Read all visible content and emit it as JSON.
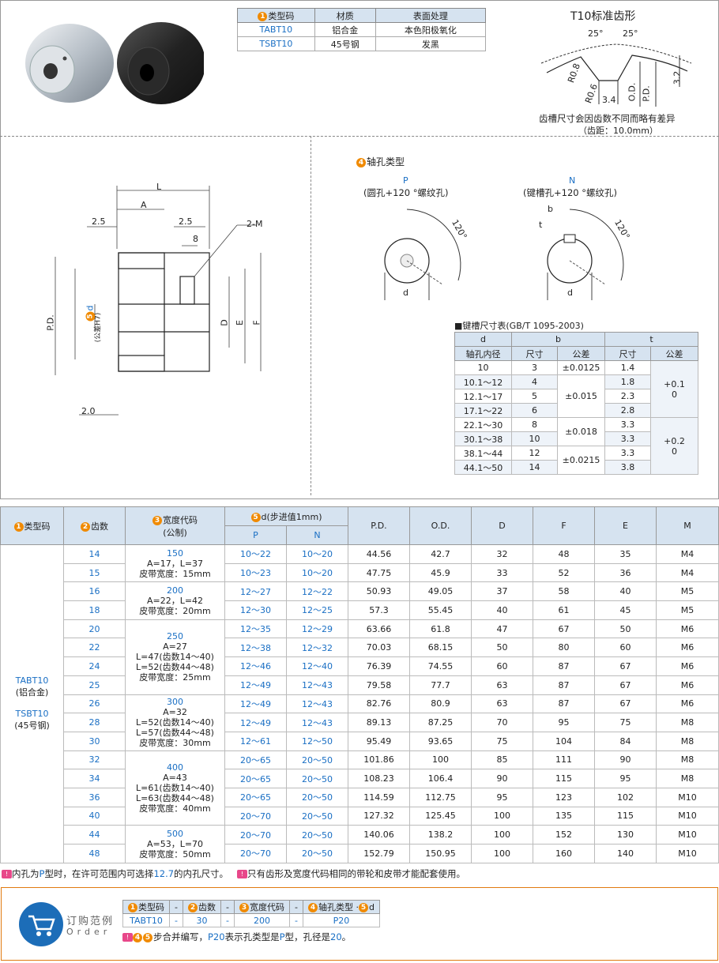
{
  "material_table": {
    "headers": [
      "类型码",
      "材质",
      "表面处理"
    ],
    "rows": [
      [
        "TABT10",
        "铝合金",
        "本色阳极氧化"
      ],
      [
        "TSBT10",
        "45号钢",
        "发黑"
      ]
    ]
  },
  "tooth_profile": {
    "title": "T10标准齿形",
    "angle_left": "25°",
    "angle_right": "25°",
    "r1": "R0.8",
    "r2": "R0.6",
    "width": "3.4",
    "depth": "3.2",
    "od": "O.D.",
    "pd": "P.D.",
    "note1": "齿槽尺寸会因齿数不同而略有差异",
    "note2": "（齿距：10.0mm）"
  },
  "drawing": {
    "L": "L",
    "A": "A",
    "d25a": "2.5",
    "d25b": "2.5",
    "M": "2-M",
    "d8": "8",
    "PD": "P.D.",
    "d": "d",
    "tol": "(公差H7)",
    "D": "D",
    "E": "E",
    "F": "F",
    "d20": "2.0"
  },
  "bore": {
    "title": "轴孔类型",
    "P": "P",
    "P_desc": "(圆孔+120 °螺纹孔)",
    "N": "N",
    "N_desc": "(键槽孔+120 °螺纹孔)",
    "angle": "120°",
    "b": "b",
    "t": "t",
    "d": "d"
  },
  "key_table": {
    "title": "■键槽尺寸表(GB/T 1095-2003)",
    "h_d": "d",
    "h_bore": "轴孔内径",
    "h_b": "b",
    "h_t": "t",
    "h_size": "尺寸",
    "h_tol": "公差",
    "rows": [
      [
        "10",
        "3",
        "±0.0125",
        "1.4"
      ],
      [
        "10.1～12",
        "4",
        "",
        "1.8"
      ],
      [
        "12.1～17",
        "5",
        "±0.015",
        "2.3"
      ],
      [
        "17.1～22",
        "6",
        "",
        "2.8"
      ],
      [
        "22.1～30",
        "8",
        "",
        "3.3"
      ],
      [
        "30.1～38",
        "10",
        "±0.018",
        "3.3"
      ],
      [
        "38.1～44",
        "12",
        "",
        "3.3"
      ],
      [
        "44.1～50",
        "14",
        "±0.0215",
        "3.8"
      ]
    ],
    "t_tol1a": "+0.1",
    "t_tol1b": "0",
    "t_tol2a": "+0.2",
    "t_tol2b": "0"
  },
  "main_table": {
    "h_type": "类型码",
    "h_teeth": "齿数",
    "h_width": "宽度代码",
    "h_width_sub": "(公制)",
    "h_d": "d(步进值1mm)",
    "h_P": "P",
    "h_N": "N",
    "h_PD": "P.D.",
    "h_OD": "O.D.",
    "h_D": "D",
    "h_F": "F",
    "h_E": "E",
    "h_M": "M",
    "type_text": [
      "TABT10",
      "(铝合金)",
      "TSBT10",
      "(45号钢)"
    ],
    "widths": [
      {
        "code": "150",
        "lines": [
          "A=17，L=37",
          "皮带宽度：15mm"
        ]
      },
      {
        "code": "200",
        "lines": [
          "A=22，L=42",
          "皮带宽度：20mm"
        ]
      },
      {
        "code": "250",
        "lines": [
          "A=27",
          "L=47(齿数14～40)",
          "L=52(齿数44～48)",
          "皮带宽度：25mm"
        ]
      },
      {
        "code": "300",
        "lines": [
          "A=32",
          "L=52(齿数14～40)",
          "L=57(齿数44～48)",
          "皮带宽度：30mm"
        ]
      },
      {
        "code": "400",
        "lines": [
          "A=43",
          "L=61(齿数14～40)",
          "L=63(齿数44～48)",
          "皮带宽度：40mm"
        ]
      },
      {
        "code": "500",
        "lines": [
          "A=53，L=70",
          "皮带宽度：50mm"
        ]
      }
    ],
    "rows": [
      [
        "14",
        "10～22",
        "10～20",
        "44.56",
        "42.7",
        "32",
        "48",
        "35",
        "M4"
      ],
      [
        "15",
        "10～23",
        "10～20",
        "47.75",
        "45.9",
        "33",
        "52",
        "36",
        "M4"
      ],
      [
        "16",
        "12～27",
        "12～22",
        "50.93",
        "49.05",
        "37",
        "58",
        "40",
        "M5"
      ],
      [
        "18",
        "12～30",
        "12～25",
        "57.3",
        "55.45",
        "40",
        "61",
        "45",
        "M5"
      ],
      [
        "20",
        "12～35",
        "12～29",
        "63.66",
        "61.8",
        "47",
        "67",
        "50",
        "M6"
      ],
      [
        "22",
        "12～38",
        "12～32",
        "70.03",
        "68.15",
        "50",
        "80",
        "60",
        "M6"
      ],
      [
        "24",
        "12～46",
        "12～40",
        "76.39",
        "74.55",
        "60",
        "87",
        "67",
        "M6"
      ],
      [
        "25",
        "12～49",
        "12～43",
        "79.58",
        "77.7",
        "63",
        "87",
        "67",
        "M6"
      ],
      [
        "26",
        "12～49",
        "12～43",
        "82.76",
        "80.9",
        "63",
        "87",
        "67",
        "M6"
      ],
      [
        "28",
        "12～49",
        "12～43",
        "89.13",
        "87.25",
        "70",
        "95",
        "75",
        "M8"
      ],
      [
        "30",
        "12～61",
        "12～50",
        "95.49",
        "93.65",
        "75",
        "104",
        "84",
        "M8"
      ],
      [
        "32",
        "20～65",
        "20～50",
        "101.86",
        "100",
        "85",
        "111",
        "90",
        "M8"
      ],
      [
        "34",
        "20～65",
        "20～50",
        "108.23",
        "106.4",
        "90",
        "115",
        "95",
        "M8"
      ],
      [
        "36",
        "20～65",
        "20～50",
        "114.59",
        "112.75",
        "95",
        "123",
        "102",
        "M10"
      ],
      [
        "40",
        "20～70",
        "20～50",
        "127.32",
        "125.45",
        "100",
        "135",
        "115",
        "M10"
      ],
      [
        "44",
        "20～70",
        "20～50",
        "140.06",
        "138.2",
        "100",
        "152",
        "130",
        "M10"
      ],
      [
        "48",
        "20～70",
        "20～50",
        "152.79",
        "150.95",
        "100",
        "160",
        "140",
        "M10"
      ]
    ]
  },
  "notes": {
    "n1a": "内孔为",
    "n1b": "P",
    "n1c": "型时，在许可范围内可选择",
    "n1d": "12.7",
    "n1e": "的内孔尺寸。",
    "n2": "只有齿形及宽度代码相同的带轮和皮带才能配套使用。"
  },
  "order": {
    "title": "订购范例",
    "sub": "Order",
    "h1": "类型码",
    "h2": "齿数",
    "h3": "宽度代码",
    "h4": "轴孔类型 ·",
    "h5": "d",
    "v1": "TABT10",
    "v2": "30",
    "v3": "200",
    "v4": "P20",
    "dash": "-",
    "note_a": "步合并编写，",
    "note_b": "P20",
    "note_c": "表示孔类型是",
    "note_d": "P",
    "note_e": "型，孔径是",
    "note_f": "20",
    "note_g": "。"
  }
}
